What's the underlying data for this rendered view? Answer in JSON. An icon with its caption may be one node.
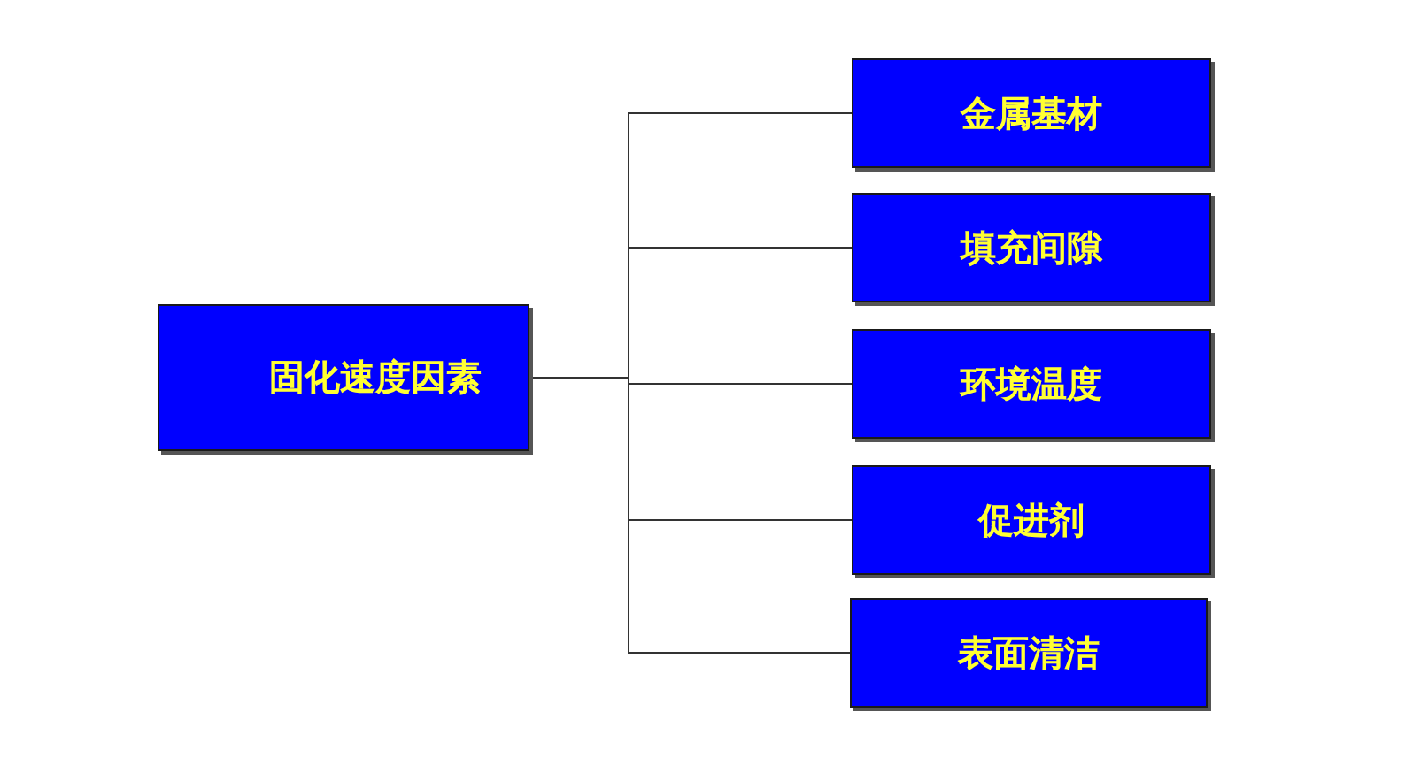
{
  "diagram": {
    "nodes": [
      {
        "text": [
          "固化速度因素"
        ]
      },
      {
        "text": [
          "金属基材"
        ]
      },
      {
        "text": [
          "填充间隙"
        ]
      },
      {
        "text": [
          "环境温度"
        ]
      },
      {
        "text": [
          "促进剂"
        ]
      },
      {
        "text": [
          "表面清洁"
        ]
      }
    ],
    "edges": [
      {
        "from": 0,
        "to": 1,
        "arrow": "none"
      },
      {
        "from": 0,
        "to": 2,
        "arrow": "none"
      },
      {
        "from": 0,
        "to": 3,
        "arrow": "none"
      },
      {
        "from": 0,
        "to": 4,
        "arrow": "none"
      },
      {
        "from": 0,
        "to": 5,
        "arrow": "none"
      }
    ]
  }
}
